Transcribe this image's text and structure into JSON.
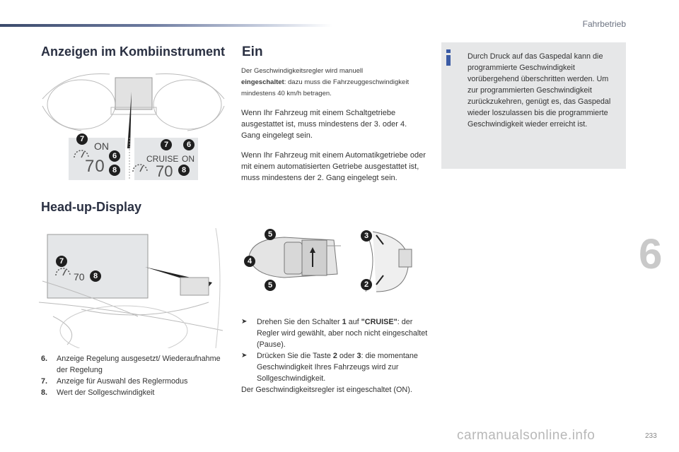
{
  "header": {
    "chapter": "Fahrbetrieb"
  },
  "section_kombi": {
    "title": "Anzeigen im Kombiinstrument"
  },
  "section_ein": {
    "title": "Ein",
    "intro_part1": "Der Geschwindigkeitsregler wird manuell",
    "intro_bold": "eingeschaltet",
    "intro_part2": ": dazu muss die Fahrzeuggeschwindigkeit mindestens 40 km/h betragen.",
    "para_manual": "Wenn Ihr Fahrzeug mit einem Schaltgetriebe ausgestattet ist, muss mindestens der 3. oder 4. Gang eingelegt sein.",
    "para_auto": "Wenn Ihr Fahrzeug mit einem Automatikgetriebe oder mit einem automatisierten Getriebe ausgestattet ist, muss mindestens der 2. Gang eingelegt sein."
  },
  "info": {
    "text": "Durch Druck auf das Gaspedal kann die programmierte Geschwindigkeit vorübergehend überschritten werden. Um zur programmierten Geschwindigkeit zurückzukehren, genügt es, das Gaspedal wieder loszulassen bis die programmierte Geschwindigkeit wieder erreicht ist."
  },
  "section_hud": {
    "title": "Head-up-Display"
  },
  "cluster": {
    "left_status": "ON",
    "left_speed": "70",
    "right_status1": "CRUISE",
    "right_status2": "ON",
    "right_speed": "70",
    "hud_speed": "70"
  },
  "callouts": {
    "c2": "2",
    "c3": "3",
    "c4": "4",
    "c5": "5",
    "c6": "6",
    "c7": "7",
    "c8": "8"
  },
  "legend": [
    {
      "num": "6.",
      "text": "Anzeige Regelung ausgesetzt/ Wiederaufnahme der Regelung"
    },
    {
      "num": "7.",
      "text": "Anzeige für Auswahl des Reglermodus"
    },
    {
      "num": "8.",
      "text": "Wert der Sollgeschwindigkeit"
    }
  ],
  "steps": {
    "step1_a": "Drehen Sie den Schalter ",
    "step1_b": "1",
    "step1_c": " auf ",
    "step1_d": "\"CRUISE\"",
    "step1_e": ": der Regler wird gewählt, aber noch nicht eingeschaltet (Pause).",
    "step2_a": "Drücken Sie die Taste ",
    "step2_b": "2",
    "step2_c": " oder ",
    "step2_d": "3",
    "step2_e": ": die momentane Geschwindigkeit Ihres Fahrzeugs wird zur Sollgeschwindigkeit.",
    "final": "Der Geschwindigkeitsregler ist eingeschaltet (ON)."
  },
  "chapter_number": "6",
  "page_number": "233",
  "watermark": "carmanualsonline.info",
  "colors": {
    "callout": "#1f1f1f",
    "info_bg": "#e6e7e8",
    "info_icon": "#3b5ba5",
    "chapter_num": "#c9c9c9"
  }
}
